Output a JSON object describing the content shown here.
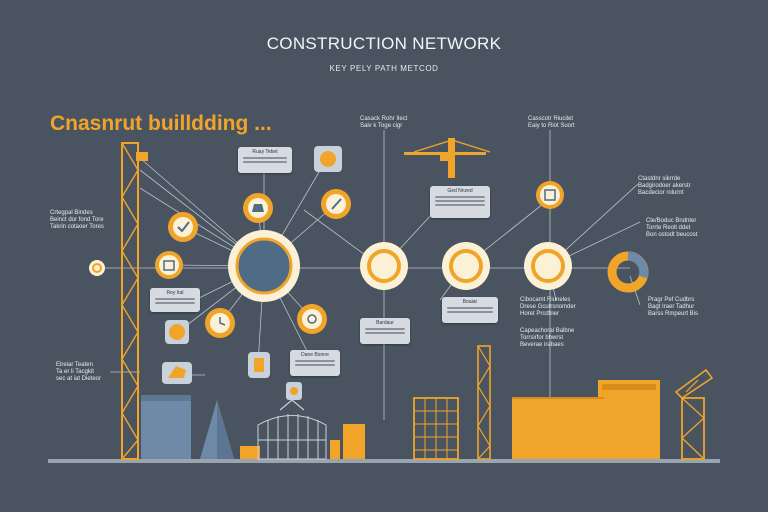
{
  "header": {
    "title": "CONSTRUCTION NETWORK",
    "subtitle": "KEY PELY PATH METCOD",
    "headline": "Cnasnrut builldding ..."
  },
  "labels": {
    "top_mid": "Casack Rohr Ilect\nSaiv k Toge cigr",
    "top_right": "Casscotr Riucilet\nEaiy to Riot Suort",
    "left_1": "Crtegpal Bindes\nBeinct dor fond Tore\nTakrin cotaoer Tores",
    "left_2": "Elreiar Teaten\nTa er li Tacgkit\nsec at iat Dieteor",
    "right_1": "Ctastdnr sikrrde\nBadgirodoer akerstr\nBacdecior rolurnt",
    "right_2": "Cle/Boduc Bndnter\nTorrte Reolt ddet\nBon ostodt beucost",
    "right_3": "Pragr Pef Cudbrs\nBagt Iraer Tadhur\nBarss Rmpeurt Bis",
    "mid_1": "Cibocamt Riuneles\nDrese Gcutrsnomder\nHoret Prcdtner",
    "mid_2": "Capeachoral Balbne\nTorrsirfor bhwrst\nBeverae irabaes"
  },
  "cards": {
    "c1": "Ruay Tebet",
    "c2": "Ged Nnzed",
    "c3": "Rey Ital",
    "c4": "Bardaur",
    "c5": "Boaiar",
    "c6": "Dane Bionre"
  },
  "colors": {
    "background": "#4a5461",
    "accent": "#f0a52a",
    "node_fill": "#fbf1d6",
    "building_blue": "#6f8aa8",
    "connector": "#b9c1ca"
  }
}
